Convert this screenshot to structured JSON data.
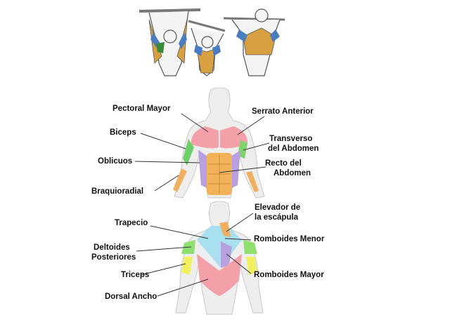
{
  "front_labels": {
    "pectoral_mayor": "Pectoral Mayor",
    "serrato_anterior": "Serrato Anterior",
    "biceps": "Biceps",
    "transverso": [
      "Transverso",
      "del Abdomen"
    ],
    "oblicuos": "Oblicuos",
    "recto": [
      "Recto del",
      "Abdomen"
    ],
    "braquioradial": "Braquioradial"
  },
  "back_labels": {
    "elevador": [
      "Elevador de",
      "la escápula"
    ],
    "trapecio": "Trapecio",
    "romboides_menor": "Romboides Menor",
    "deltoides": [
      "Deltoides",
      "Posteriores"
    ],
    "triceps": "Triceps",
    "romboides_mayor": "Romboides Mayor",
    "dorsal_ancho": "Dorsal Ancho"
  },
  "colors": {
    "pectoral": "#f4a0a8",
    "serrato": "#7ed36a",
    "abs": "#f2b25a",
    "oblique": "#b8a0e0",
    "biceps": "#6fd06a",
    "forearm": "#f0b060",
    "trapezius": "#a8e0f0",
    "deltoid": "#8fe070",
    "triceps": "#f0f060",
    "lats": "#f4a0a8",
    "exercise_muscle": "#d8a040",
    "exercise_blue": "#4a7cc0"
  }
}
